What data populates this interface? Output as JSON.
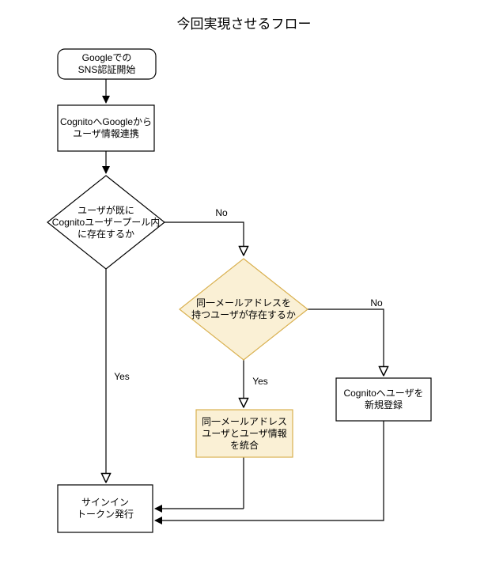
{
  "title": "今回実現させるフロー",
  "colors": {
    "highlight_fill": "#FAF0D5",
    "highlight_border": "#D9B04F",
    "gray_edge": "#808080"
  },
  "nodes": {
    "start": {
      "label": "Googleでの\nSNS認証開始"
    },
    "federate": {
      "label": "CognitoへGoogleから\nユーザ情報連携"
    },
    "user_exists": {
      "label": "ユーザが既に\nCognitoユーザープール内\nに存在するか"
    },
    "email_exists": {
      "label": "同一メールアドレスを\n持つユーザが存在するか"
    },
    "register": {
      "label": "Cognitoへユーザを\n新規登録"
    },
    "merge": {
      "label": "同一メールアドレス\nユーザとユーザ情報\nを統合"
    },
    "signin": {
      "label": "サインイン\nトークン発行"
    }
  },
  "edge_labels": {
    "user_exists_no": "No",
    "user_exists_yes": "Yes",
    "email_exists_no": "No",
    "email_exists_yes": "Yes"
  }
}
